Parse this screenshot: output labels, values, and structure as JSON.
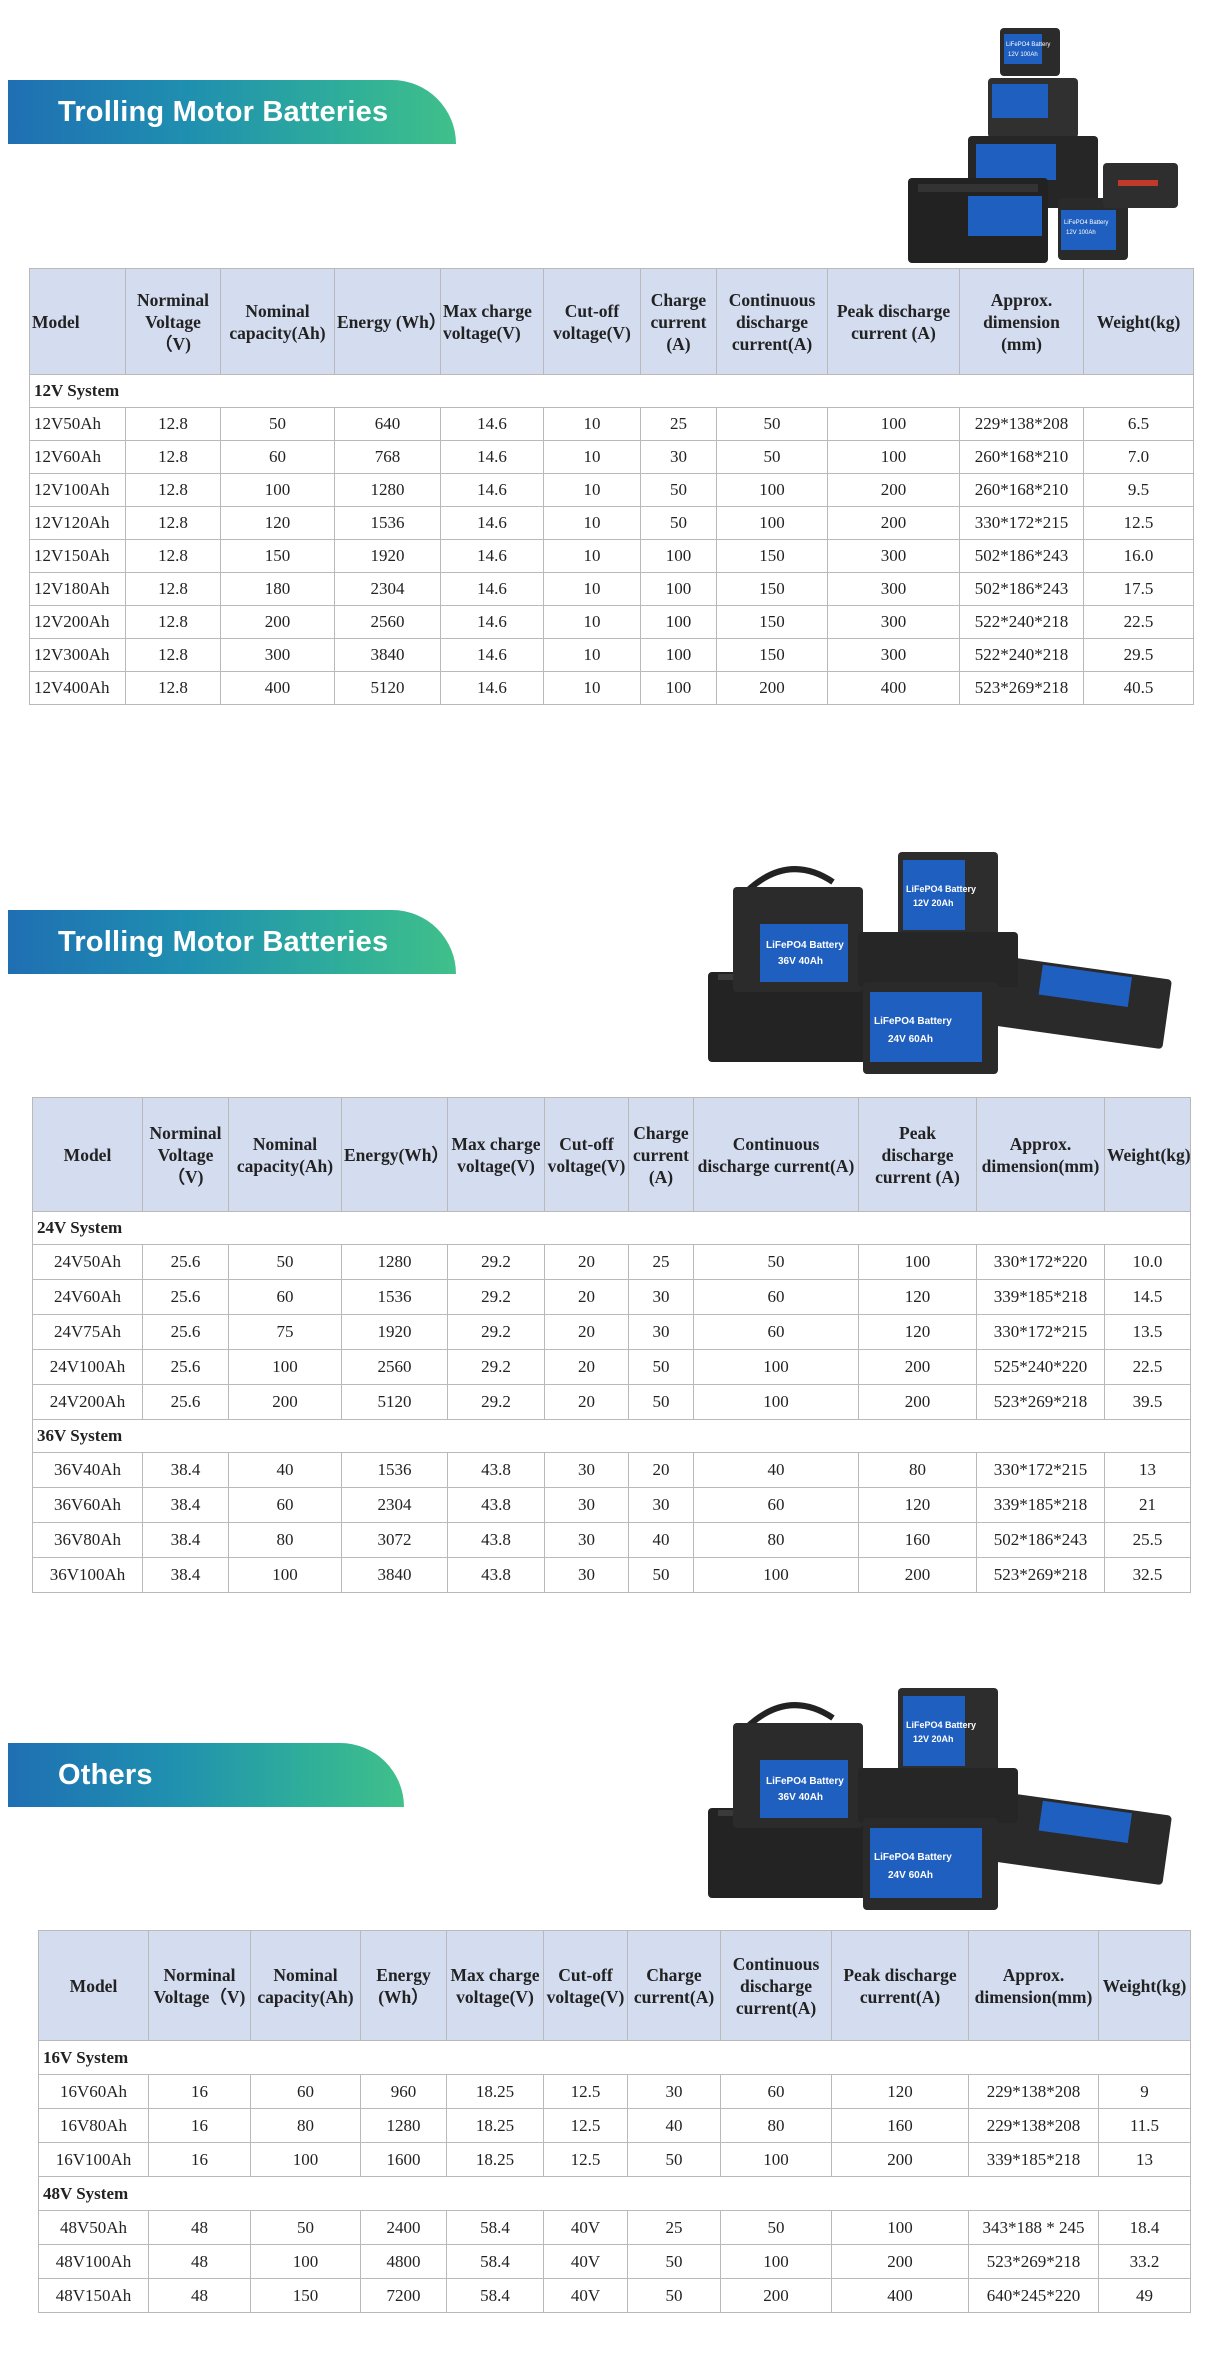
{
  "sections": [
    {
      "banner": "Trolling Motor Batteries",
      "headers": [
        "Model",
        "Norminal Voltage （V)",
        "Nominal capacity(Ah)",
        "Energy (Wh）",
        "Max charge voltage(V)",
        "Cut-off voltage(V)",
        "Charge current (A)",
        "Continuous discharge current(A)",
        "Peak discharge current (A)",
        "Approx. dimension (mm)",
        "Weight(kg)"
      ],
      "groups": [
        {
          "label": "12V System",
          "rows": [
            [
              "12V50Ah",
              "12.8",
              "50",
              "640",
              "14.6",
              "10",
              "25",
              "50",
              "100",
              "229*138*208",
              "6.5"
            ],
            [
              "12V60Ah",
              "12.8",
              "60",
              "768",
              "14.6",
              "10",
              "30",
              "50",
              "100",
              "260*168*210",
              "7.0"
            ],
            [
              "12V100Ah",
              "12.8",
              "100",
              "1280",
              "14.6",
              "10",
              "50",
              "100",
              "200",
              "260*168*210",
              "9.5"
            ],
            [
              "12V120Ah",
              "12.8",
              "120",
              "1536",
              "14.6",
              "10",
              "50",
              "100",
              "200",
              "330*172*215",
              "12.5"
            ],
            [
              "12V150Ah",
              "12.8",
              "150",
              "1920",
              "14.6",
              "10",
              "100",
              "150",
              "300",
              "502*186*243",
              "16.0"
            ],
            [
              "12V180Ah",
              "12.8",
              "180",
              "2304",
              "14.6",
              "10",
              "100",
              "150",
              "300",
              "502*186*243",
              "17.5"
            ],
            [
              "12V200Ah",
              "12.8",
              "200",
              "2560",
              "14.6",
              "10",
              "100",
              "150",
              "300",
              "522*240*218",
              "22.5"
            ],
            [
              "12V300Ah",
              "12.8",
              "300",
              "3840",
              "14.6",
              "10",
              "100",
              "150",
              "300",
              "522*240*218",
              "29.5"
            ],
            [
              "12V400Ah",
              "12.8",
              "400",
              "5120",
              "14.6",
              "10",
              "100",
              "200",
              "400",
              "523*269*218",
              "40.5"
            ]
          ]
        }
      ]
    },
    {
      "banner": "Trolling Motor Batteries",
      "headers": [
        "Model",
        "Norminal Voltage （V)",
        "Nominal capacity(Ah)",
        "Energy(Wh）",
        "Max charge voltage(V)",
        "Cut-off voltage(V)",
        "Charge current (A)",
        "Continuous discharge current(A)",
        "Peak discharge current (A)",
        "Approx. dimension(mm)",
        "Weight(kg)"
      ],
      "groups": [
        {
          "label": "24V System",
          "rows": [
            [
              "24V50Ah",
              "25.6",
              "50",
              "1280",
              "29.2",
              "20",
              "25",
              "50",
              "100",
              "330*172*220",
              "10.0"
            ],
            [
              "24V60Ah",
              "25.6",
              "60",
              "1536",
              "29.2",
              "20",
              "30",
              "60",
              "120",
              "339*185*218",
              "14.5"
            ],
            [
              "24V75Ah",
              "25.6",
              "75",
              "1920",
              "29.2",
              "20",
              "30",
              "60",
              "120",
              "330*172*215",
              "13.5"
            ],
            [
              "24V100Ah",
              "25.6",
              "100",
              "2560",
              "29.2",
              "20",
              "50",
              "100",
              "200",
              "525*240*220",
              "22.5"
            ],
            [
              "24V200Ah",
              "25.6",
              "200",
              "5120",
              "29.2",
              "20",
              "50",
              "100",
              "200",
              "523*269*218",
              "39.5"
            ]
          ]
        },
        {
          "label": "36V System",
          "rows": [
            [
              "36V40Ah",
              "38.4",
              "40",
              "1536",
              "43.8",
              "30",
              "20",
              "40",
              "80",
              "330*172*215",
              "13"
            ],
            [
              "36V60Ah",
              "38.4",
              "60",
              "2304",
              "43.8",
              "30",
              "30",
              "60",
              "120",
              "339*185*218",
              "21"
            ],
            [
              "36V80Ah",
              "38.4",
              "80",
              "3072",
              "43.8",
              "30",
              "40",
              "80",
              "160",
              "502*186*243",
              "25.5"
            ],
            [
              "36V100Ah",
              "38.4",
              "100",
              "3840",
              "43.8",
              "30",
              "50",
              "100",
              "200",
              "523*269*218",
              "32.5"
            ]
          ]
        }
      ]
    },
    {
      "banner": "Others",
      "headers": [
        "Model",
        "Norminal Voltage（V)",
        "Nominal capacity(Ah)",
        "Energy (Wh）",
        "Max charge voltage(V)",
        "Cut-off voltage(V)",
        "Charge current(A)",
        "Continuous discharge current(A)",
        "Peak discharge current(A)",
        "Approx. dimension(mm)",
        "Weight(kg)"
      ],
      "groups": [
        {
          "label": "16V System",
          "rows": [
            [
              "16V60Ah",
              "16",
              "60",
              "960",
              "18.25",
              "12.5",
              "30",
              "60",
              "120",
              "229*138*208",
              "9"
            ],
            [
              "16V80Ah",
              "16",
              "80",
              "1280",
              "18.25",
              "12.5",
              "40",
              "80",
              "160",
              "229*138*208",
              "11.5"
            ],
            [
              "16V100Ah",
              "16",
              "100",
              "1600",
              "18.25",
              "12.5",
              "50",
              "100",
              "200",
              "339*185*218",
              "13"
            ]
          ]
        },
        {
          "label": "48V System",
          "rows": [
            [
              "48V50Ah",
              "48",
              "50",
              "2400",
              "58.4",
              "40V",
              "25",
              "50",
              "100",
              "343*188 * 245",
              "18.4"
            ],
            [
              "48V100Ah",
              "48",
              "100",
              "4800",
              "58.4",
              "40V",
              "50",
              "100",
              "200",
              "523*269*218",
              "33.2"
            ],
            [
              "48V150Ah",
              "48",
              "150",
              "7200",
              "58.4",
              "40V",
              "50",
              "200",
              "400",
              "640*245*220",
              "49"
            ]
          ]
        }
      ]
    }
  ],
  "images": [
    {
      "icon": "stacked-battery-product-photo",
      "labels": [
        "LiFePO4 Battery",
        "12V 100Ah",
        "LiFePO4 Battery",
        "12V 100Ah"
      ]
    },
    {
      "icon": "battery-group-product-photo",
      "labels": [
        "LiFePO4 Battery",
        "36V 40Ah",
        "LiFePO4 Battery",
        "12V 20Ah",
        "LiFePO4 Battery",
        "24V 60Ah"
      ]
    },
    {
      "icon": "battery-group-product-photo",
      "labels": [
        "LiFePO4 Battery",
        "36V 40Ah",
        "LiFePO4 Battery",
        "12V 20Ah",
        "LiFePO4 Battery",
        "24V 60Ah"
      ]
    }
  ],
  "colors": {
    "banner_start": "#1f6fb3",
    "banner_end": "#40c08a",
    "header_bg": "#d4ddf0",
    "battery_label": "#1f5fbf",
    "battery_case": "#2b2b2b"
  }
}
